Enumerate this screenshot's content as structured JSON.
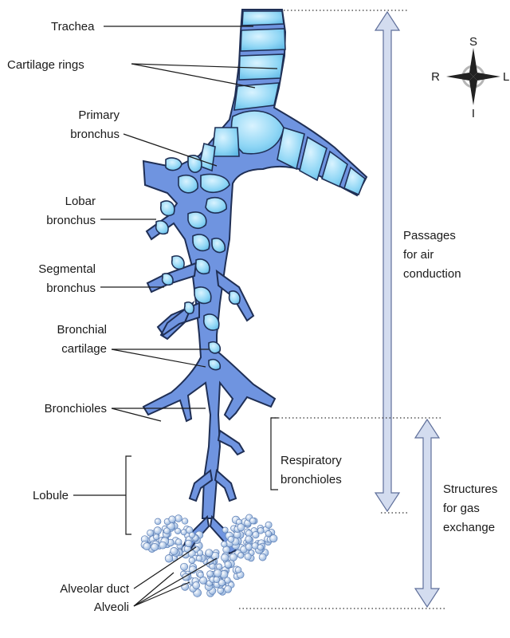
{
  "labels": {
    "trachea": "Trachea",
    "cartilage_rings": "Cartilage rings",
    "primary_bronchus_1": "Primary",
    "primary_bronchus_2": "bronchus",
    "lobar_bronchus_1": "Lobar",
    "lobar_bronchus_2": "bronchus",
    "segmental_bronchus_1": "Segmental",
    "segmental_bronchus_2": "bronchus",
    "bronchial_cartilage_1": "Bronchial",
    "bronchial_cartilage_2": "cartilage",
    "bronchioles": "Bronchioles",
    "lobule": "Lobule",
    "alveolar_duct": "Alveolar duct",
    "alveoli": "Alveoli",
    "respiratory_bronchioles_1": "Respiratory",
    "respiratory_bronchioles_2": "bronchioles",
    "passages_1": "Passages",
    "passages_2": "for air",
    "passages_3": "conduction",
    "structures_1": "Structures",
    "structures_2": "for gas",
    "structures_3": "exchange"
  },
  "compass": {
    "superior": "S",
    "inferior": "I",
    "right": "R",
    "left": "L"
  },
  "colors": {
    "airway_fill": "#6f94e0",
    "airway_outline": "#1f2f55",
    "cartilage_fill": "#8fd6f5",
    "arrow_fill": "#d3dcef",
    "arrow_stroke": "#5f6f9a",
    "alveoli_fill": "#a9c3e6"
  }
}
